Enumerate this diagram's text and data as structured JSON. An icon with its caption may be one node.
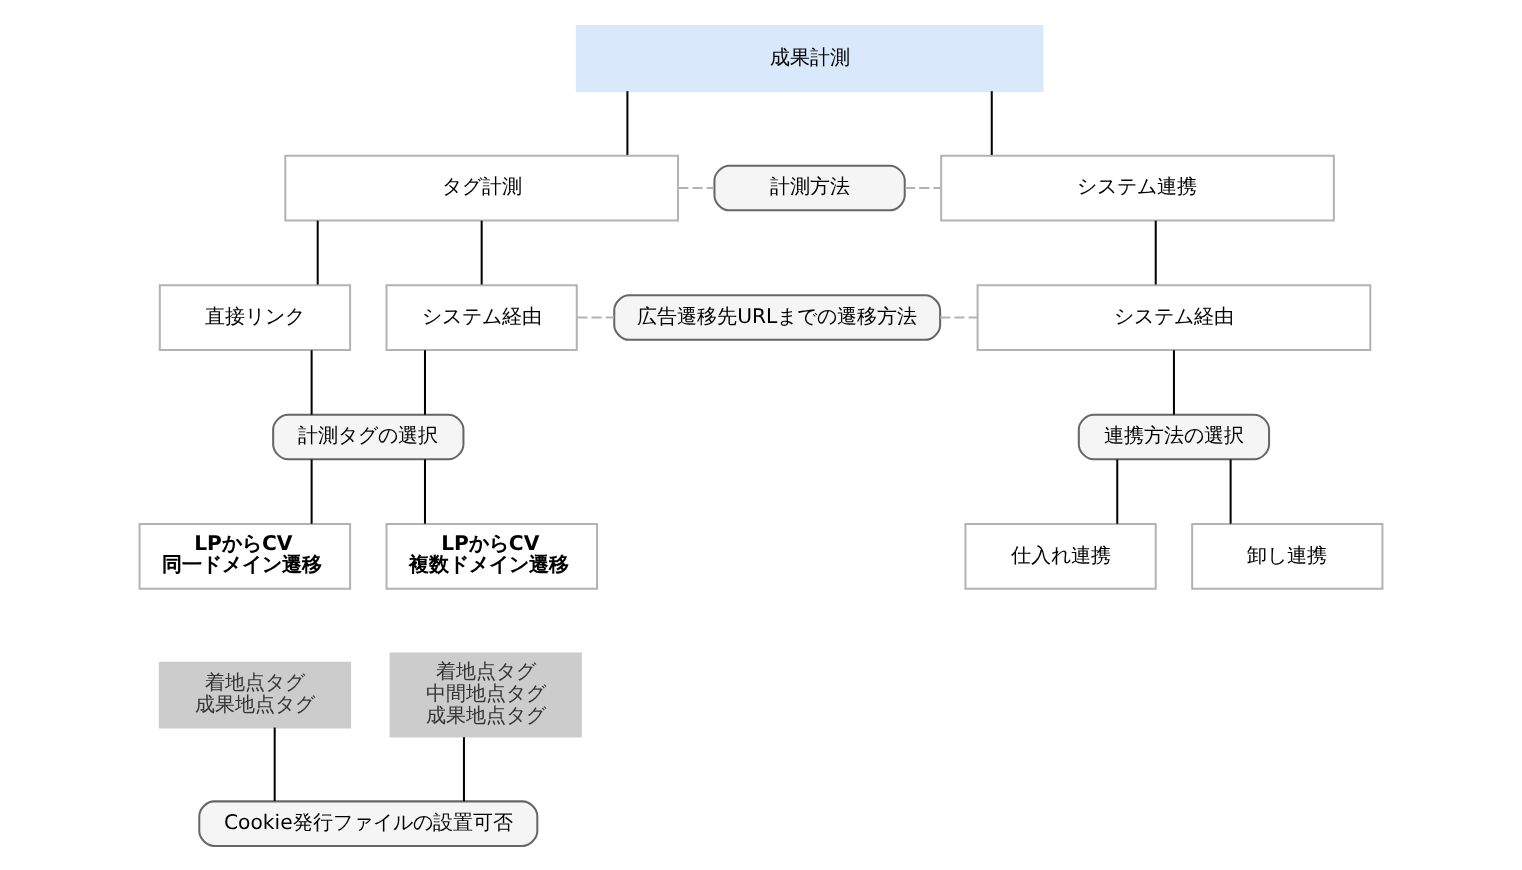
{
  "diagram": {
    "nodes": [
      {
        "text": [
          "成果計測"
        ]
      },
      {
        "text": [
          "タグ計測"
        ]
      },
      {
        "text": [
          "計測方法"
        ]
      },
      {
        "text": [
          "システム連携"
        ]
      },
      {
        "text": [
          "直接リンク"
        ]
      },
      {
        "text": [
          "システム経由"
        ]
      },
      {
        "text": [
          "広告遷移先URLまでの遷移方法"
        ]
      },
      {
        "text": [
          "システム経由"
        ]
      },
      {
        "text": [
          "計測タグの選択"
        ]
      },
      {
        "text": [
          "連携方法の選択"
        ]
      },
      {
        "text": [
          "LPからCV",
          "同一ドメイン遷移"
        ]
      },
      {
        "text": [
          "LPからCV",
          "複数ドメイン遷移"
        ]
      },
      {
        "text": [
          "仕入れ連携"
        ]
      },
      {
        "text": [
          "卸し連携"
        ]
      },
      {
        "text": [
          "着地点タグ",
          "成果地点タグ"
        ]
      },
      {
        "text": [
          "着地点タグ",
          "中間地点タグ",
          "成果地点タグ"
        ]
      },
      {
        "text": [
          "Cookie発行ファイルの設置可否"
        ]
      }
    ],
    "edges": [
      {
        "from": 0,
        "to": 1,
        "arrow": "none"
      },
      {
        "from": 0,
        "to": 3,
        "arrow": "none"
      },
      {
        "from": 1,
        "to": 2,
        "arrow": "none",
        "style": "dashed",
        "color": "#b3b3b3"
      },
      {
        "from": 2,
        "to": 3,
        "arrow": "none",
        "style": "dashed",
        "color": "#b3b3b3"
      },
      {
        "from": 1,
        "to": 4,
        "arrow": "none"
      },
      {
        "from": 1,
        "to": 5,
        "arrow": "none"
      },
      {
        "from": 3,
        "to": 7,
        "arrow": "none"
      },
      {
        "from": 5,
        "to": 6,
        "arrow": "none",
        "style": "dashed",
        "color": "#b3b3b3"
      },
      {
        "from": 6,
        "to": 7,
        "arrow": "none",
        "style": "dashed",
        "color": "#b3b3b3"
      },
      {
        "from": 4,
        "to": 8,
        "arrow": "none"
      },
      {
        "from": 5,
        "to": 8,
        "arrow": "none"
      },
      {
        "from": 7,
        "to": 9,
        "arrow": "none"
      },
      {
        "from": 8,
        "to": 10,
        "arrow": "none"
      },
      {
        "from": 8,
        "to": 11,
        "arrow": "none"
      },
      {
        "from": 9,
        "to": 12,
        "arrow": "none"
      },
      {
        "from": 9,
        "to": 13,
        "arrow": "none"
      },
      {
        "from": 14,
        "to": 16,
        "arrow": "none"
      },
      {
        "from": 15,
        "to": 16,
        "arrow": "none"
      }
    ]
  }
}
